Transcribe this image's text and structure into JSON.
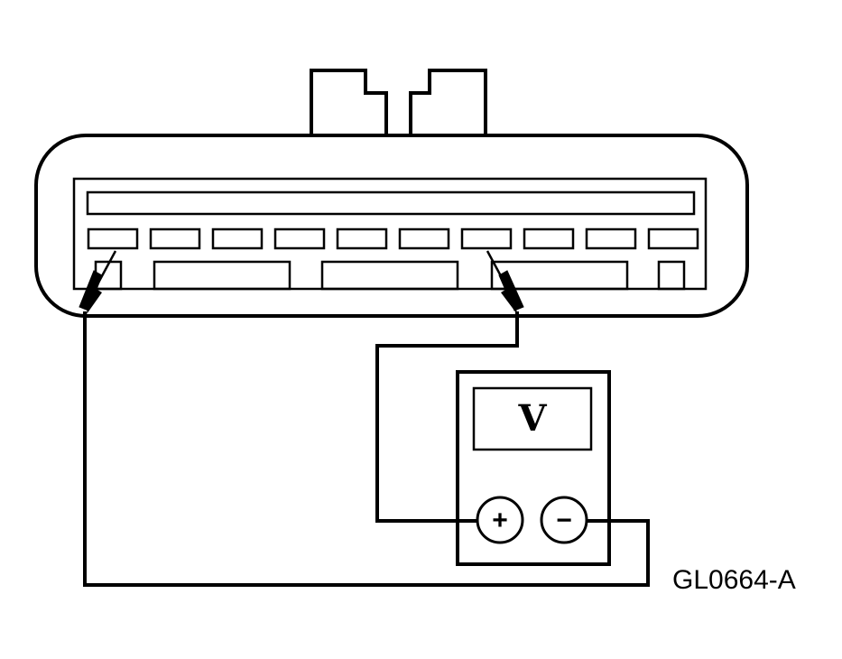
{
  "figure": {
    "id_label": "GL0664-A"
  },
  "meter": {
    "display_symbol": "V",
    "positive_symbol": "+",
    "negative_symbol": "−"
  },
  "connector": {
    "upper_pin_count": 10,
    "lower_slot_count": 5
  }
}
